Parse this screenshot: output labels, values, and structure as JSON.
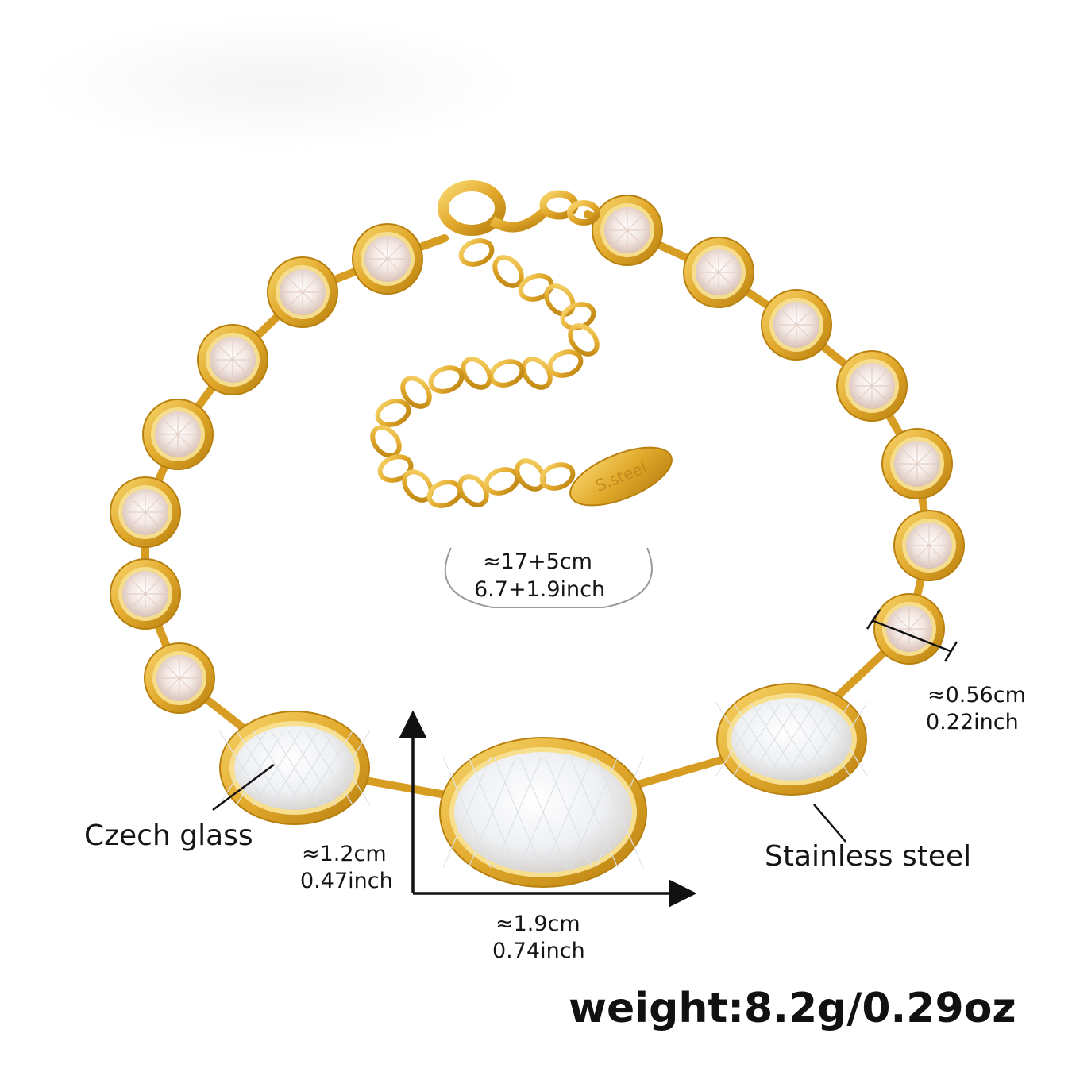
{
  "product": {
    "tag_text": "S.steel",
    "colors": {
      "gold": "#e2a92c",
      "gold_dark": "#b8800f",
      "gold_light": "#f7d36a",
      "stone": "#f4ecea",
      "glass": "#eef1f4"
    }
  },
  "labels": {
    "length_cm": "≈17+5cm",
    "length_inch": "6.7+1.9inch",
    "small_stone_cm": "≈0.56cm",
    "small_stone_inch": "0.22inch",
    "oval_height_cm": "≈1.2cm",
    "oval_height_inch": "0.47inch",
    "oval_width_cm": "≈1.9cm",
    "oval_width_inch": "0.74inch",
    "material_left": "Czech glass",
    "material_right": "Stainless steel",
    "weight": "weight:8.2g/0.29oz"
  }
}
